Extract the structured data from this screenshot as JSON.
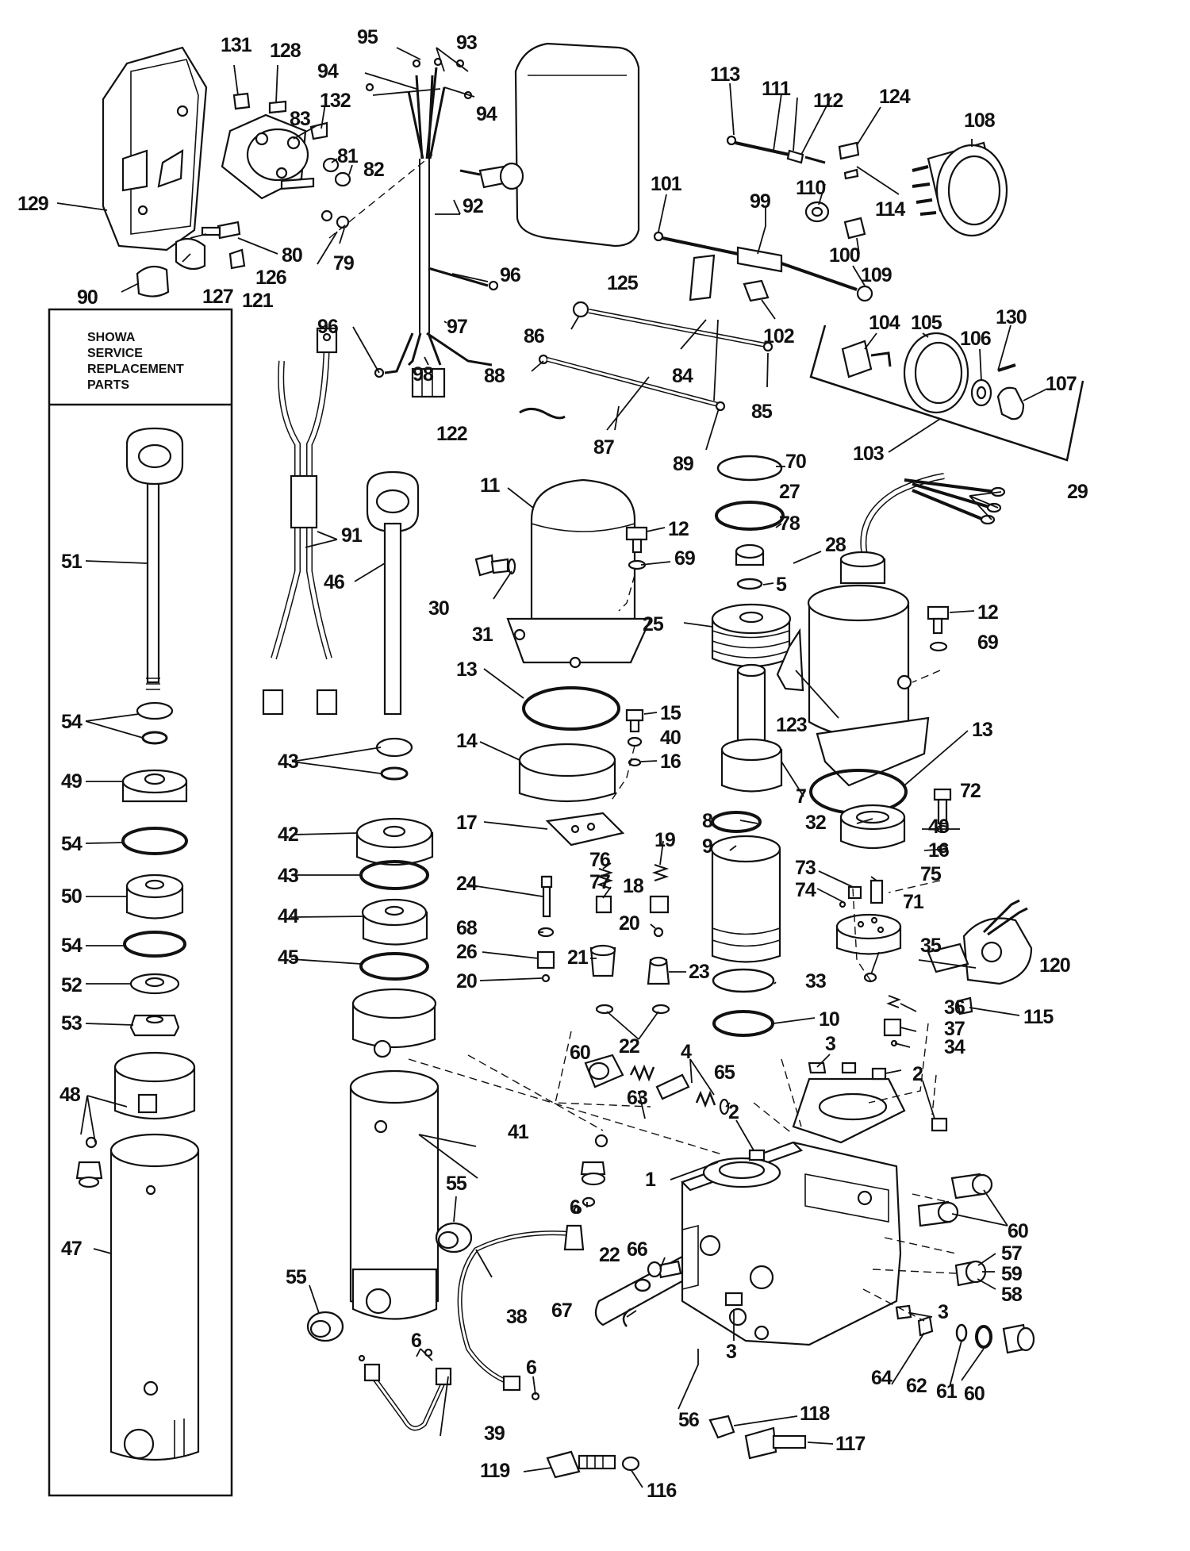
{
  "panel": {
    "title_lines": [
      "SHOWA",
      "SERVICE",
      "REPLACEMENT",
      "PARTS"
    ]
  },
  "callouts": [
    "1",
    "2",
    "3",
    "4",
    "5",
    "6",
    "7",
    "8",
    "9",
    "10",
    "11",
    "12",
    "13",
    "14",
    "15",
    "16",
    "17",
    "18",
    "19",
    "20",
    "21",
    "22",
    "23",
    "24",
    "25",
    "26",
    "27",
    "28",
    "29",
    "30",
    "31",
    "32",
    "33",
    "34",
    "35",
    "36",
    "37",
    "38",
    "39",
    "40",
    "41",
    "42",
    "43",
    "44",
    "45",
    "46",
    "47",
    "48",
    "49",
    "50",
    "51",
    "52",
    "53",
    "54",
    "55",
    "56",
    "57",
    "58",
    "59",
    "60",
    "61",
    "62",
    "63",
    "64",
    "65",
    "66",
    "67",
    "68",
    "69",
    "70",
    "71",
    "72",
    "73",
    "74",
    "75",
    "76",
    "77",
    "78",
    "79",
    "80",
    "81",
    "82",
    "83",
    "84",
    "85",
    "86",
    "87",
    "88",
    "89",
    "90",
    "91",
    "92",
    "93",
    "94",
    "95",
    "96",
    "97",
    "98",
    "99",
    "100",
    "101",
    "102",
    "103",
    "104",
    "105",
    "106",
    "107",
    "108",
    "109",
    "110",
    "111",
    "112",
    "113",
    "114",
    "115",
    "116",
    "117",
    "118",
    "119",
    "120",
    "121",
    "122",
    "123",
    "124",
    "125",
    "126",
    "127",
    "128",
    "129",
    "130",
    "131",
    "132"
  ]
}
